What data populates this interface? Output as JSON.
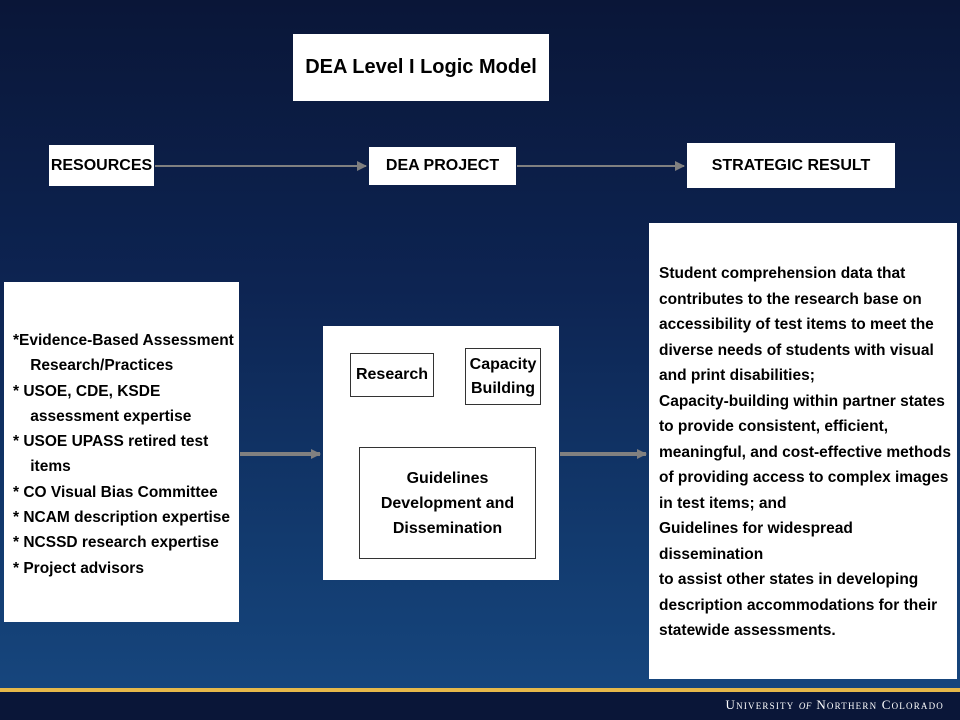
{
  "title": "DEA Level I Logic Model",
  "header_boxes": {
    "resources": "RESOURCES",
    "dea_project": "DEA PROJECT",
    "strategic_result": "STRATEGIC RESULT"
  },
  "resources_list": [
    "*Evidence-Based Assessment",
    "    Research/Practices",
    "* USOE, CDE, KSDE",
    "    assessment expertise",
    "* USOE UPASS retired test",
    "    items",
    "* CO Visual Bias Committee",
    "* NCAM description expertise",
    "* NCSSD research expertise",
    "* Project advisors"
  ],
  "project": {
    "research": "Research",
    "capacity_line1": "Capacity",
    "capacity_line2": "Building",
    "guidelines_line1": "Guidelines",
    "guidelines_line2": "Development and",
    "guidelines_line3": "Dissemination"
  },
  "result_lines": [
    "Student comprehension data that",
    "contributes to the research base on",
    "accessibility of test items to meet the",
    "diverse needs of students with visual",
    "and print disabilities;",
    "Capacity-building within partner states",
    "to provide consistent, efficient,",
    "meaningful, and cost-effective methods",
    "of providing access to complex images",
    "in test items; and",
    "Guidelines for widespread dissemination",
    "to assist other states in developing",
    "description accommodations for their",
    "statewide assessments."
  ],
  "footer": {
    "part1": "University",
    "of": "of",
    "part2": "Northern Colorado"
  },
  "colors": {
    "arrow": "#808080",
    "accent_bar": "#e6b84a",
    "background_top": "#0a1638",
    "background_bottom": "#174880"
  }
}
